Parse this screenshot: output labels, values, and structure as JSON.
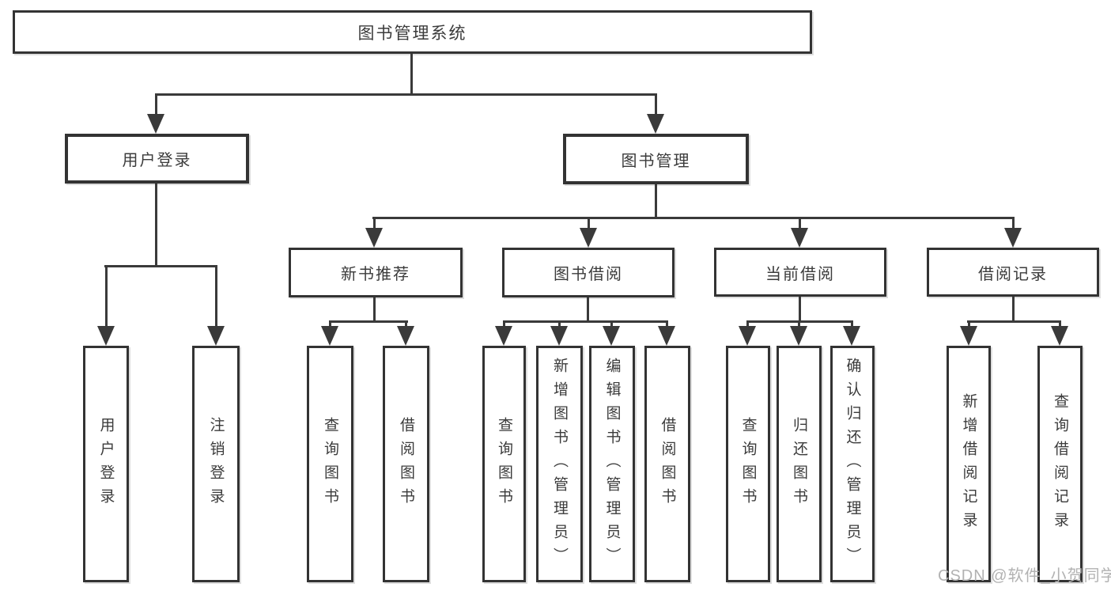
{
  "tree": {
    "root": {
      "label": "图书管理系统",
      "children": [
        {
          "label": "用户登录",
          "children": [
            {
              "label": "用户登录"
            },
            {
              "label": "注销登录"
            }
          ]
        },
        {
          "label": "图书管理",
          "children": [
            {
              "label": "新书推荐",
              "children": [
                {
                  "label": "查询图书"
                },
                {
                  "label": "借阅图书"
                }
              ]
            },
            {
              "label": "图书借阅",
              "children": [
                {
                  "label": "查询图书"
                },
                {
                  "label": "新增图书（管理员）"
                },
                {
                  "label": "编辑图书（管理员）"
                },
                {
                  "label": "借阅图书"
                }
              ]
            },
            {
              "label": "当前借阅",
              "children": [
                {
                  "label": "查询图书"
                },
                {
                  "label": "归还图书"
                },
                {
                  "label": "确认归还（管理员）"
                }
              ]
            },
            {
              "label": "借阅记录",
              "children": [
                {
                  "label": "新增借阅记录"
                },
                {
                  "label": "查询借阅记录"
                }
              ]
            }
          ]
        }
      ]
    }
  },
  "watermark": {
    "text": "CSDN @软件_小贺同学"
  },
  "colors": {
    "line": "#3a3a3a",
    "box_border": "#333333",
    "text": "#3b3b3b",
    "watermark": "#b2b2b2",
    "background": "#ffffff"
  }
}
